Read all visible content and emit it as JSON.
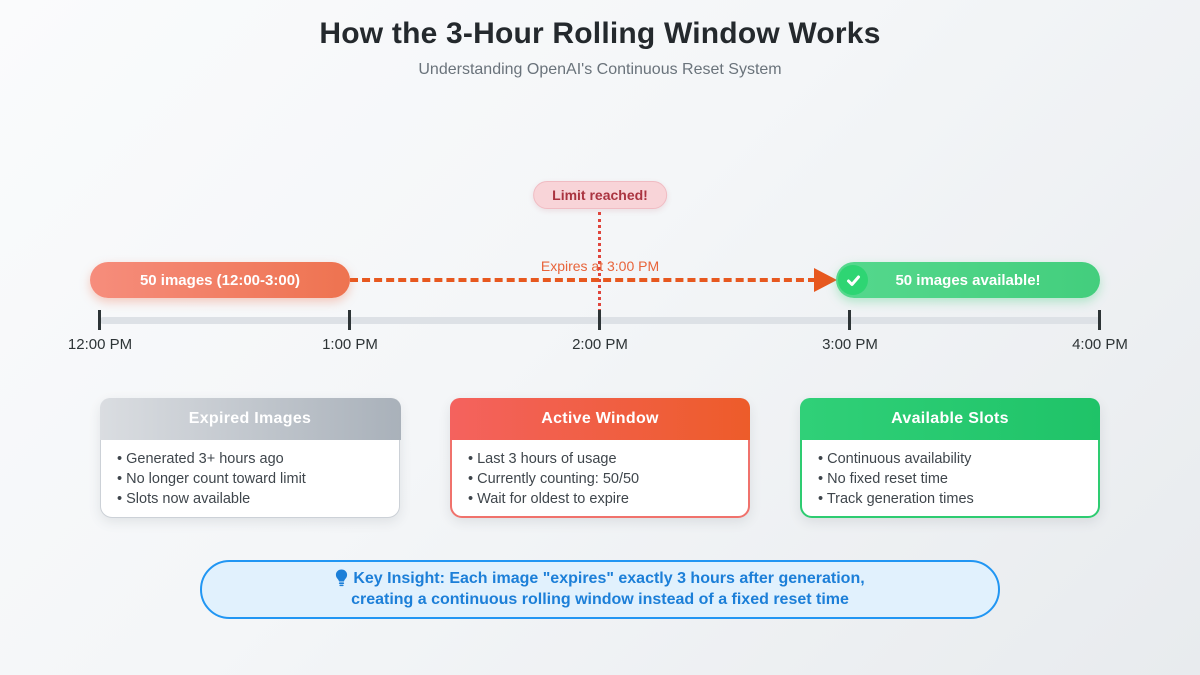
{
  "page": {
    "title": "How the 3-Hour Rolling Window Works",
    "subtitle": "Understanding OpenAI's Continuous Reset System"
  },
  "timeline": {
    "limit_badge": "Limit reached!",
    "expires_label": "Expires at 3:00 PM",
    "expired_pill": "50 images (12:00-3:00)",
    "available_pill": "50 images available!",
    "ticks": [
      "12:00 PM",
      "1:00 PM",
      "2:00 PM",
      "3:00 PM",
      "4:00 PM"
    ]
  },
  "cards": [
    {
      "title": "Expired Images",
      "items": [
        "Generated 3+ hours ago",
        "No longer count toward limit",
        "Slots now available"
      ]
    },
    {
      "title": "Active Window",
      "items": [
        "Last 3 hours of usage",
        "Currently counting: 50/50",
        "Wait for oldest to expire"
      ]
    },
    {
      "title": "Available Slots",
      "items": [
        "Continuous availability",
        "No fixed reset time",
        "Track generation times"
      ]
    }
  ],
  "insight": {
    "line1": "Key Insight: Each image \"expires\" exactly 3 hours after generation,",
    "line2": "creating a continuous rolling window instead of a fixed reset time"
  },
  "colors": {
    "background_start": "#fafbfc",
    "background_end": "#e8ebee",
    "expired_gradient": [
      "#f68d7c",
      "#ee7350"
    ],
    "available_gradient": [
      "#55d88d",
      "#43ce7d"
    ],
    "check_circle": "#2ed573",
    "limit_badge_bg": "#f8d4d8",
    "limit_badge_text": "#aa3440",
    "dotted_connector": "#e0453c",
    "dashed_arrow": "#e7581f",
    "expires_text": "#e8643a",
    "timeline_bar": "#dde1e6",
    "tick": "#2d3436",
    "gray_header": [
      "#dadde1",
      "#a9b1ba"
    ],
    "red_header": [
      "#f4625e",
      "#ed5c2a"
    ],
    "green_header": [
      "#30d078",
      "#1fc368"
    ],
    "insight_border": "#2196f3",
    "insight_bg": "#e1f1fd",
    "insight_text": "#1c7fd8"
  }
}
